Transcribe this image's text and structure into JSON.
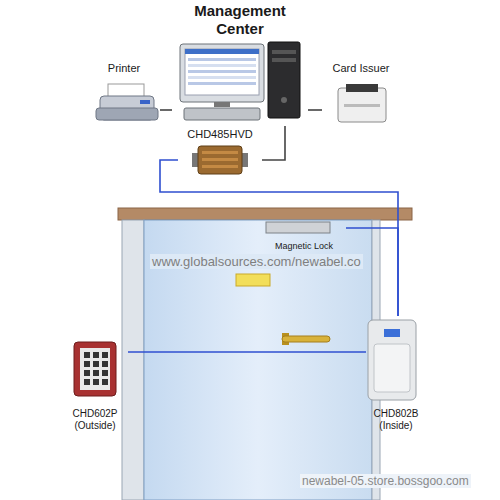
{
  "diagram": {
    "nodes": [
      {
        "text": [
          "Management Center"
        ]
      },
      {
        "text": [
          "Printer"
        ]
      },
      {
        "text": [
          "Card Issuer"
        ]
      },
      {
        "text": [
          "CHD485HVD"
        ]
      },
      {
        "text": [
          "Magnetic Lock"
        ]
      },
      {
        "text": [
          "CHD602P (Outside)"
        ]
      },
      {
        "text": [
          "CHD802B (Inside)"
        ]
      }
    ],
    "edges": [
      {
        "from": 1,
        "to": 0,
        "arrow": "none"
      },
      {
        "from": 0,
        "to": 2,
        "arrow": "none"
      },
      {
        "from": 0,
        "to": 3,
        "arrow": "none"
      },
      {
        "from": 3,
        "to": 6,
        "arrow": "none"
      },
      {
        "from": 4,
        "to": 6,
        "arrow": "none"
      },
      {
        "from": 5,
        "to": 6,
        "arrow": "none"
      }
    ],
    "labels": [
      "www.globalsources.com/newabel.co",
      "newabel-05.store.bossgoo.com"
    ]
  }
}
